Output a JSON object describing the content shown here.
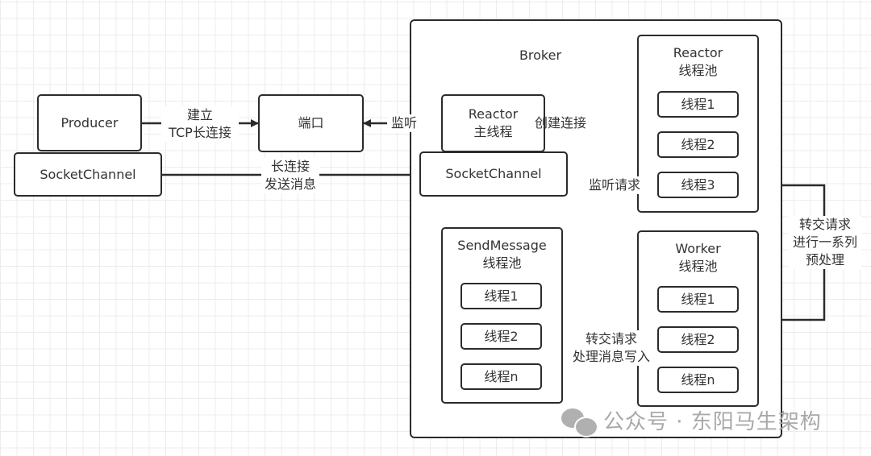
{
  "diagram": {
    "producer": "Producer",
    "client_socket_channel": "SocketChannel",
    "port": "端口",
    "broker": {
      "title": "Broker",
      "reactor_main": [
        "Reactor",
        "主线程"
      ],
      "socket_channel": "SocketChannel",
      "reactor_pool": {
        "title": [
          "Reactor",
          "线程池"
        ],
        "threads": [
          "线程1",
          "线程2",
          "线程3"
        ]
      },
      "worker_pool": {
        "title": [
          "Worker",
          "线程池"
        ],
        "threads": [
          "线程1",
          "线程2",
          "线程n"
        ]
      },
      "sendmessage_pool": {
        "title": [
          "SendMessage",
          "线程池"
        ],
        "threads": [
          "线程1",
          "线程2",
          "线程n"
        ]
      }
    },
    "edges": {
      "establish_tcp": [
        "建立",
        "TCP长连接"
      ],
      "listen": "监听",
      "long_conn_send": [
        "长连接",
        "发送消息"
      ],
      "create_conn": "创建连接",
      "listen_request": "监听请求",
      "forward_preprocess": [
        "转交请求",
        "进行一系列",
        "预处理"
      ],
      "forward_write": [
        "转交请求",
        "处理消息写入"
      ]
    },
    "colors": {
      "stroke": "#2b2b2b",
      "grid": "#ececec",
      "watermark": "#a9a9a9"
    }
  },
  "watermark": {
    "icon": "wechat-icon",
    "text": "公众号 · 东阳马生架构"
  }
}
